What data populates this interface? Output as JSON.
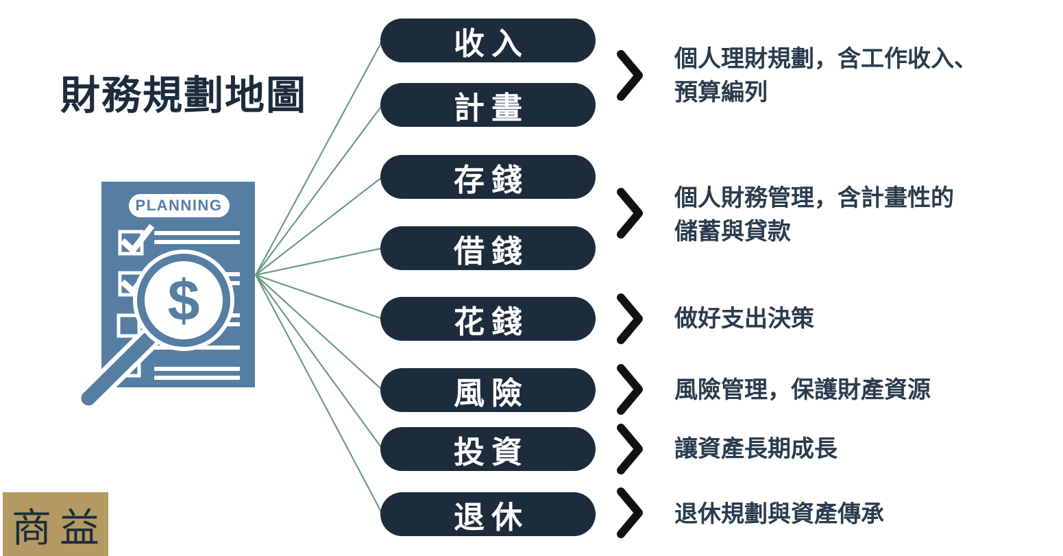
{
  "title": "財務規劃地圖",
  "logo": {
    "text": "商益"
  },
  "illustration": {
    "planning_label": "PLANNING",
    "dollar_sign": "$"
  },
  "colors": {
    "pill_navy": "#1d2c3c",
    "doc_blue": "#567ea3",
    "line_green": "#6b9b83",
    "logo_gold": "#b39a63",
    "description_text": "#2a3b4d",
    "chevron_black": "#111111"
  },
  "map": {
    "nodes": [
      {
        "label": "收入"
      },
      {
        "label": "計畫"
      },
      {
        "label": "存錢"
      },
      {
        "label": "借錢"
      },
      {
        "label": "花錢"
      },
      {
        "label": "風險"
      },
      {
        "label": "投資"
      },
      {
        "label": "退休"
      }
    ],
    "descriptions": [
      {
        "line1": "個人理財規劃，含工作收入、",
        "line2": "預算編列"
      },
      {
        "line1": "個人財務管理，含計畫性的",
        "line2": "儲蓄與貸款"
      },
      {
        "line1": "做好支出決策",
        "line2": ""
      },
      {
        "line1": "風險管理，保護財產資源",
        "line2": ""
      },
      {
        "line1": "讓資產長期成長",
        "line2": ""
      },
      {
        "line1": "退休規劃與資產傳承",
        "line2": ""
      }
    ]
  }
}
